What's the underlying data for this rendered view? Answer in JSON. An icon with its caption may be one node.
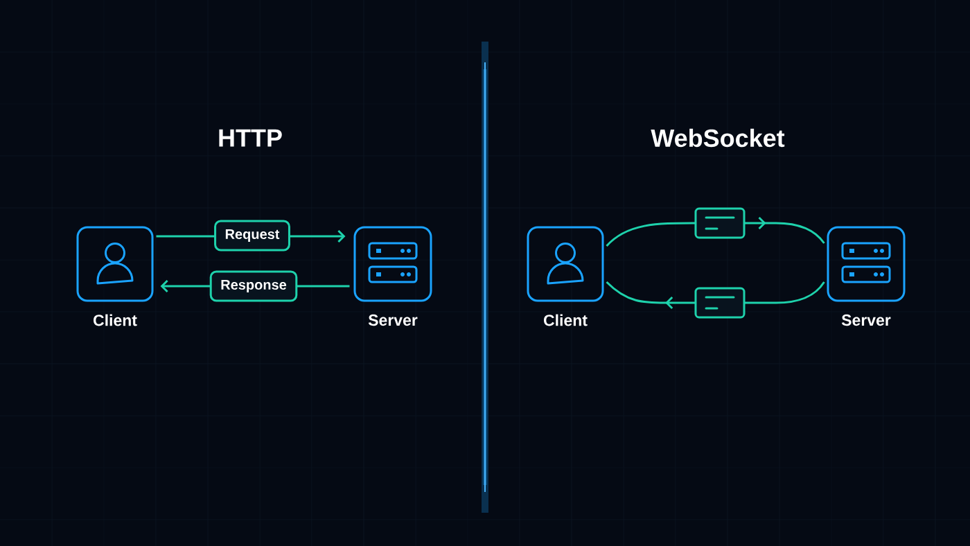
{
  "diagram": {
    "nodes": [
      {
        "text": [
          "Client"
        ]
      },
      {
        "text": [
          "Server"
        ]
      },
      {
        "text": [
          "Client"
        ]
      },
      {
        "text": [
          "Server"
        ]
      }
    ],
    "edges": [
      {
        "from": 0,
        "to": 1,
        "arrow": "to",
        "label": "Request"
      },
      {
        "from": 1,
        "to": 0,
        "arrow": "to",
        "label": "Response"
      },
      {
        "from": 2,
        "to": 3,
        "arrow": "to"
      },
      {
        "from": 3,
        "to": 2,
        "arrow": "to"
      }
    ],
    "labels": [
      "HTTP",
      "WebSocket"
    ]
  }
}
